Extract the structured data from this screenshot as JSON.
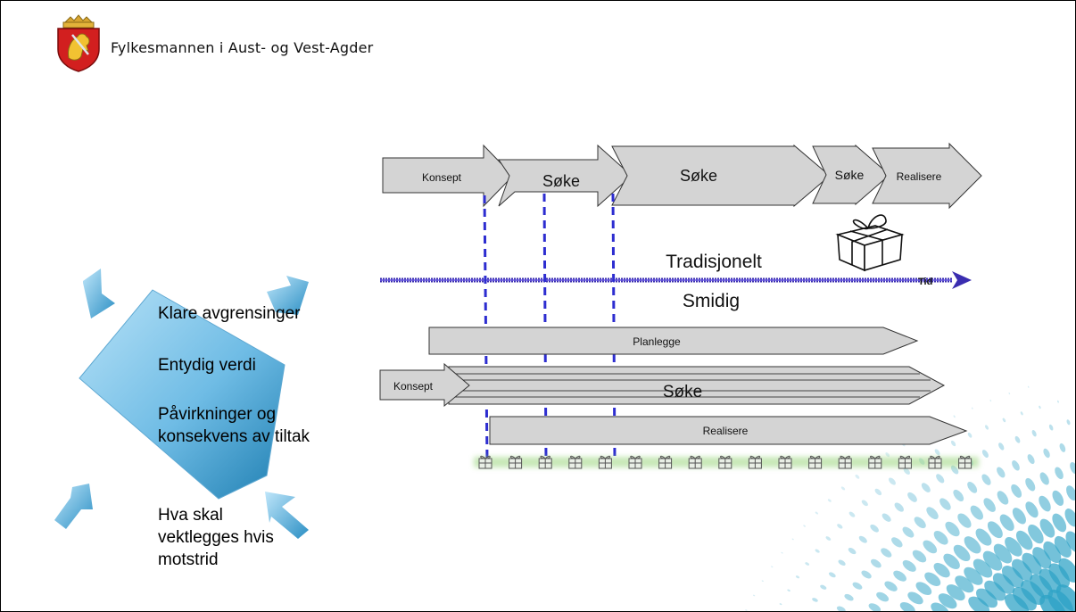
{
  "header": {
    "org_name": "Fylkesmannen i Aust- og Vest-Agder"
  },
  "left_list": {
    "items": [
      "Klare avgrensinger",
      "Entydig verdi",
      "Påvirkninger og konsekvens av tiltak",
      "Hva skal vektlegges hvis motstrid"
    ]
  },
  "diagram": {
    "top_phases": [
      "Konsept",
      "Søke",
      "Søke",
      "Søke",
      "Realisere"
    ],
    "upper_label": "Tradisjonelt",
    "lower_label": "Smidig",
    "axis_label": "Tid",
    "bottom_bars": {
      "planlegge": "Planlegge",
      "konsept": "Konsept",
      "soke": "Søke",
      "realisere": "Realisere"
    }
  },
  "colors": {
    "arrow_fill": "#d4d4d4",
    "arrow_stroke": "#333333",
    "timeline": "#3a2db0",
    "pentagon_light": "#a9d8f2",
    "pentagon_dark": "#2a86b8",
    "accent_dots": "#2fa3c6"
  }
}
